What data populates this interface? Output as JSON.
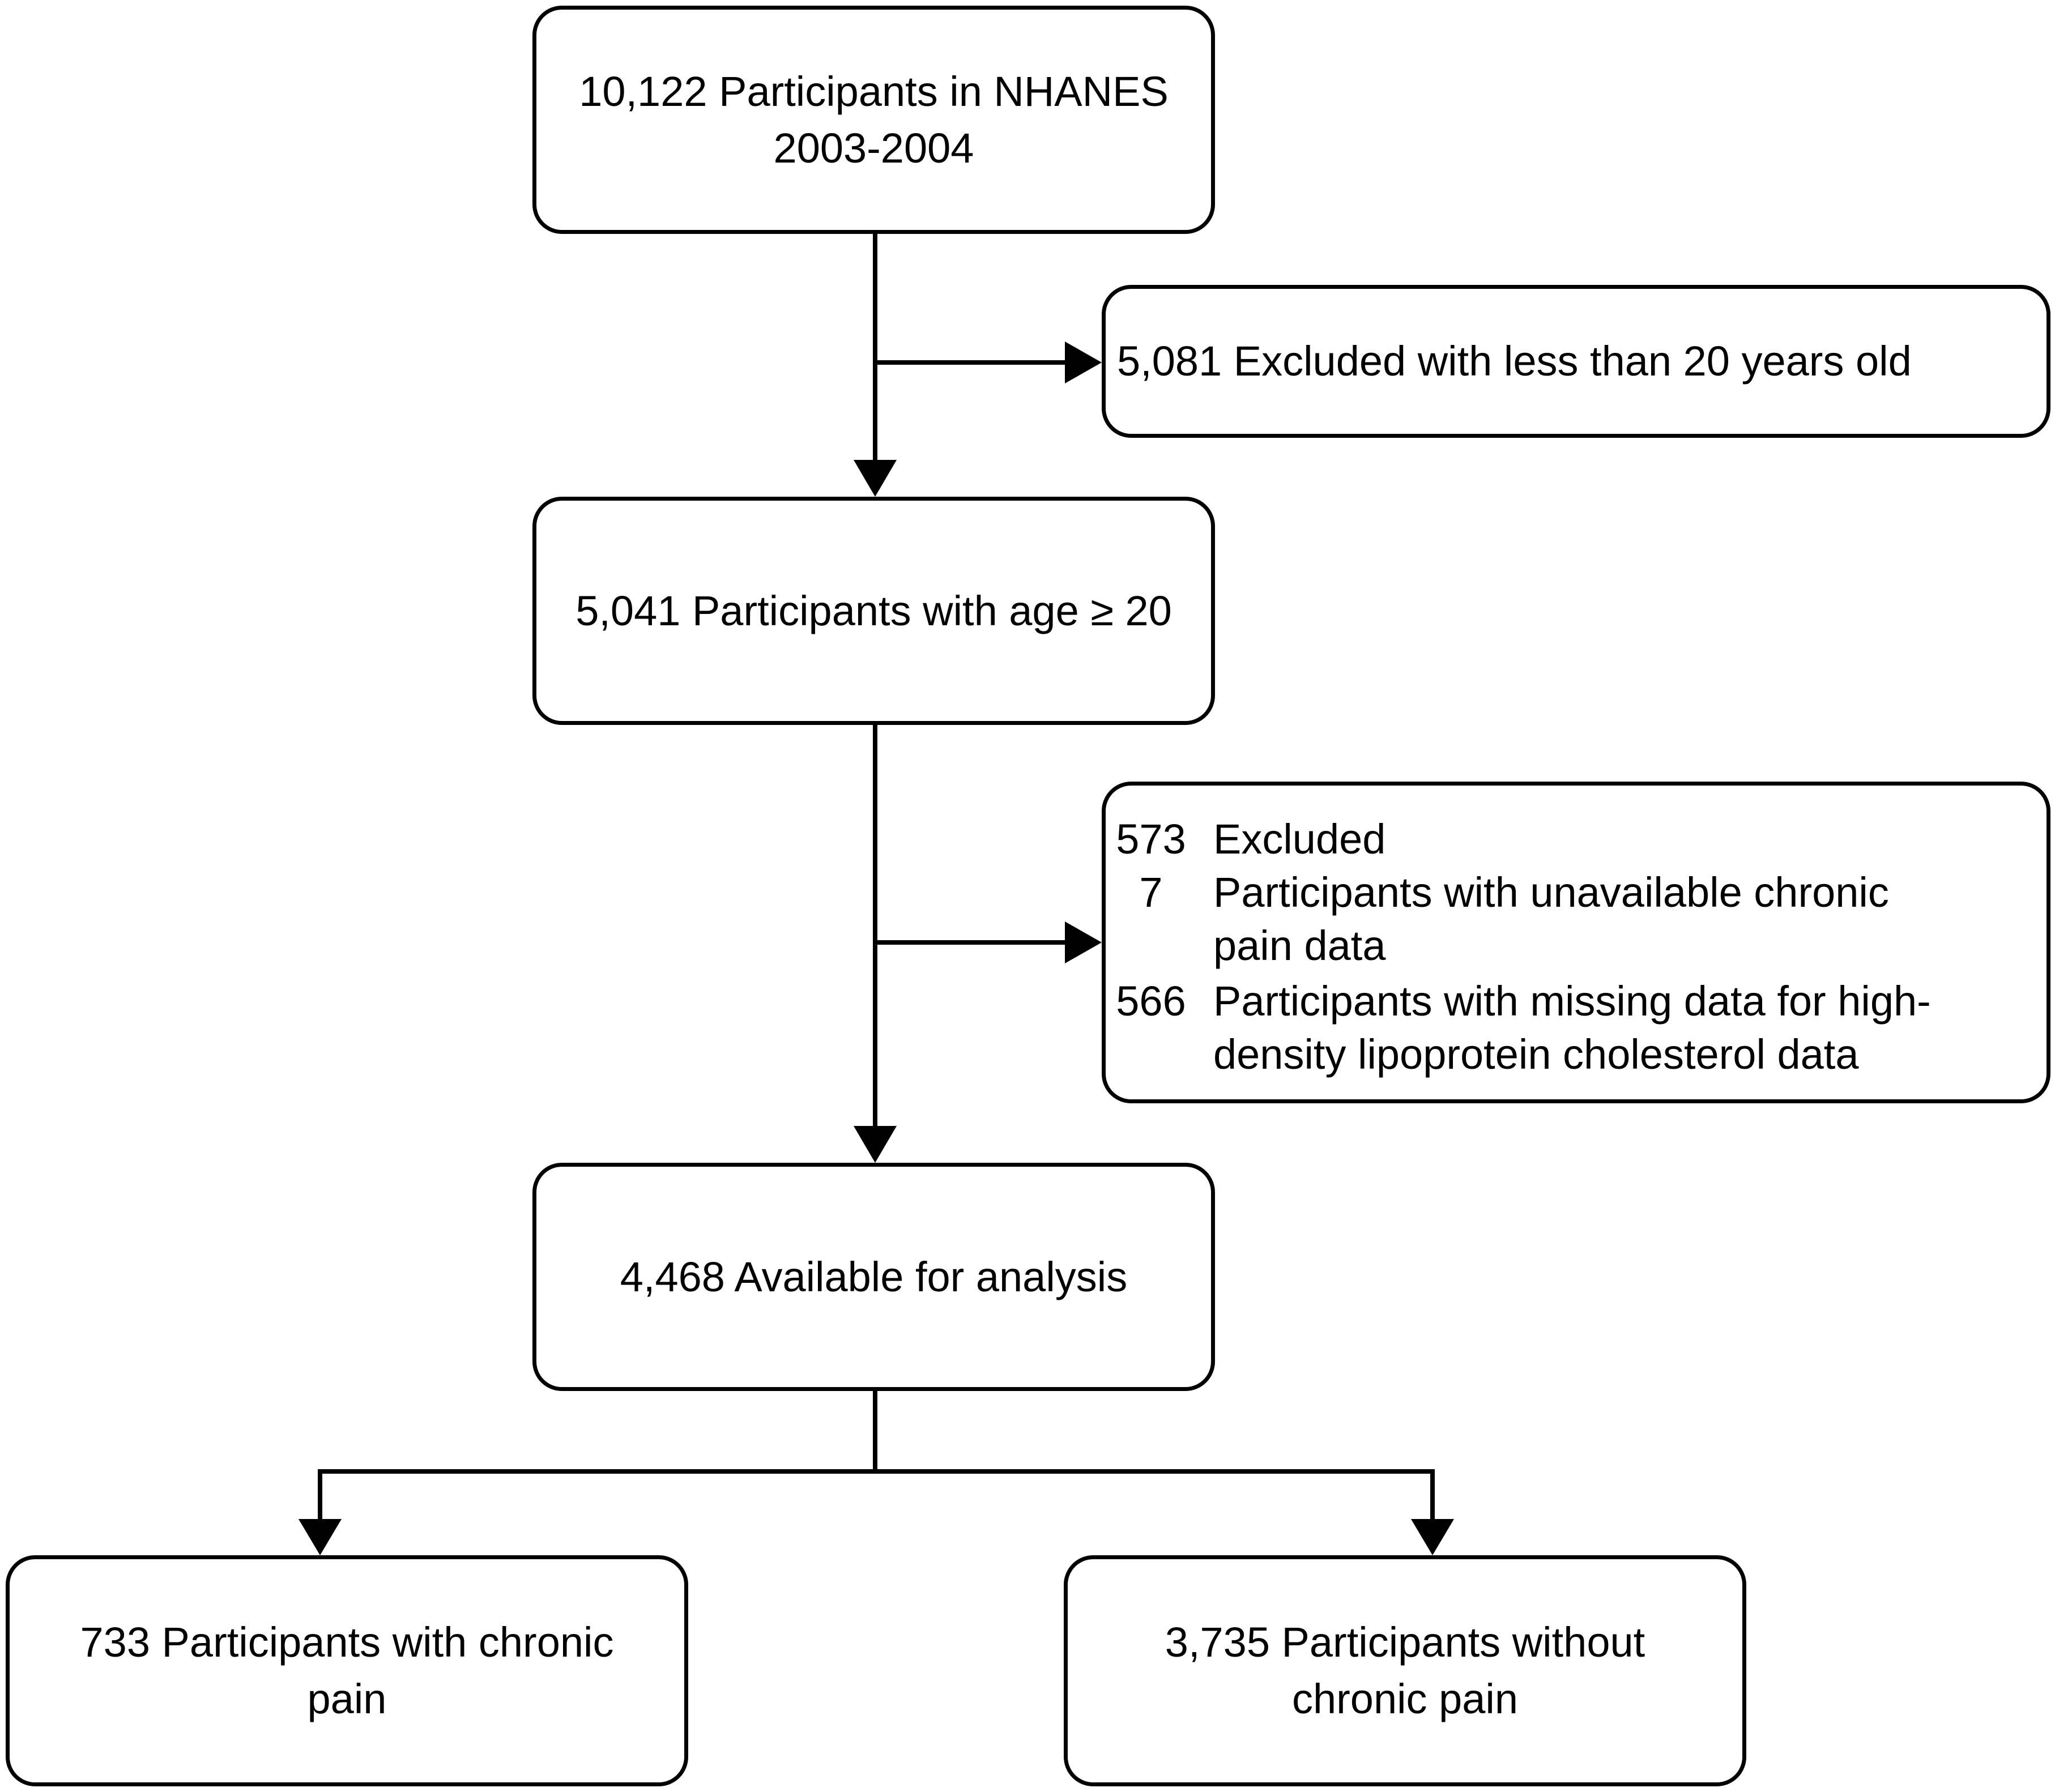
{
  "flowchart": {
    "total": {
      "lines": [
        "10,122 Participants in NHANES",
        "2003-2004"
      ]
    },
    "exclude_age": {
      "text": "5,081 Excluded with less than 20 years old"
    },
    "adults": {
      "text": "5,041 Participants with age ≥ 20"
    },
    "exclude_missing": {
      "count": "573",
      "label": "Excluded",
      "items": [
        {
          "count": "7",
          "lines": [
            "Participants with unavailable chronic",
            "pain data"
          ]
        },
        {
          "count": "566",
          "lines": [
            "Participants with missing data for high-",
            "density lipoprotein cholesterol data"
          ]
        }
      ]
    },
    "analysis": {
      "text": "4,468 Available for analysis"
    },
    "with_pain": {
      "lines": [
        "733 Participants with chronic",
        "pain"
      ]
    },
    "without_pain": {
      "lines": [
        "3,735 Participants without",
        "chronic pain"
      ]
    }
  },
  "colors": {
    "stroke": "#000000",
    "fill": "#ffffff",
    "text": "#000000"
  }
}
